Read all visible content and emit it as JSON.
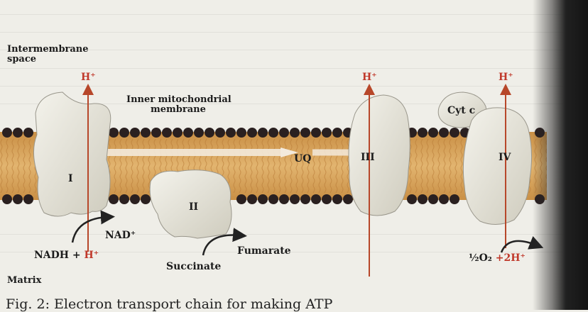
{
  "diagram": {
    "labels": {
      "intermembrane_space": [
        "Intermembrane",
        "space"
      ],
      "inner_membrane": [
        "Inner mitochondrial",
        "membrane"
      ],
      "matrix": "Matrix",
      "h_plus": "H⁺",
      "uq": "UQ",
      "cyt_c": "Cyt c",
      "nad_plus": "NAD⁺",
      "nadh": "NADH",
      "plus": " + ",
      "succinate": "Succinate",
      "fumarate": "Fumarate",
      "o2": "½O₂",
      "two_h": " +2H⁺"
    },
    "complexes": [
      "I",
      "II",
      "III",
      "IV"
    ],
    "caption": "Fig. 2: Electron transport chain for making ATP",
    "colors": {
      "membrane": "#d9a55e",
      "lipid_head": "#2a2020",
      "protein": "#e3e1d7",
      "arrow": "#b7472a"
    }
  }
}
